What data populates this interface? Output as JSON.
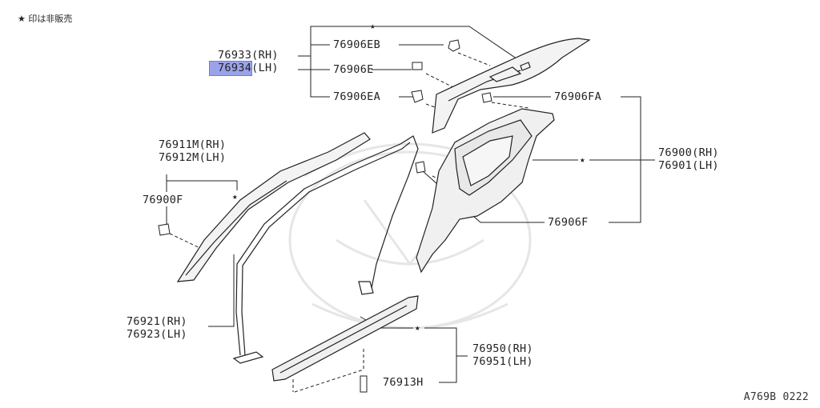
{
  "legend": {
    "star": "★",
    "text": "印は非販売"
  },
  "drawing_code": "A769B 0222",
  "colors": {
    "highlight": "#9aa3ea",
    "line": "#222222"
  },
  "labels": {
    "p76933_rh": "76933(RH)",
    "p76934_lh": "76934(LH)",
    "p76906eb": "76906EB",
    "p76906e": "76906E",
    "p76906ea": "76906EA",
    "p76906fa": "76906FA",
    "p76900_rh": "76900(RH)",
    "p76901_lh": "76901(LH)",
    "p76906f": "76906F",
    "p76911m_rh": "76911M(RH)",
    "p76912m_lh": "76912M(LH)",
    "p76900f": "76900F",
    "p76921_rh": "76921(RH)",
    "p76923_lh": "76923(LH)",
    "p76950_rh": "76950(RH)",
    "p76951_lh": "76951(LH)",
    "p76913h": "76913H"
  },
  "stars": {
    "top": "★",
    "right": "★",
    "left": "★",
    "bottom": "★"
  }
}
